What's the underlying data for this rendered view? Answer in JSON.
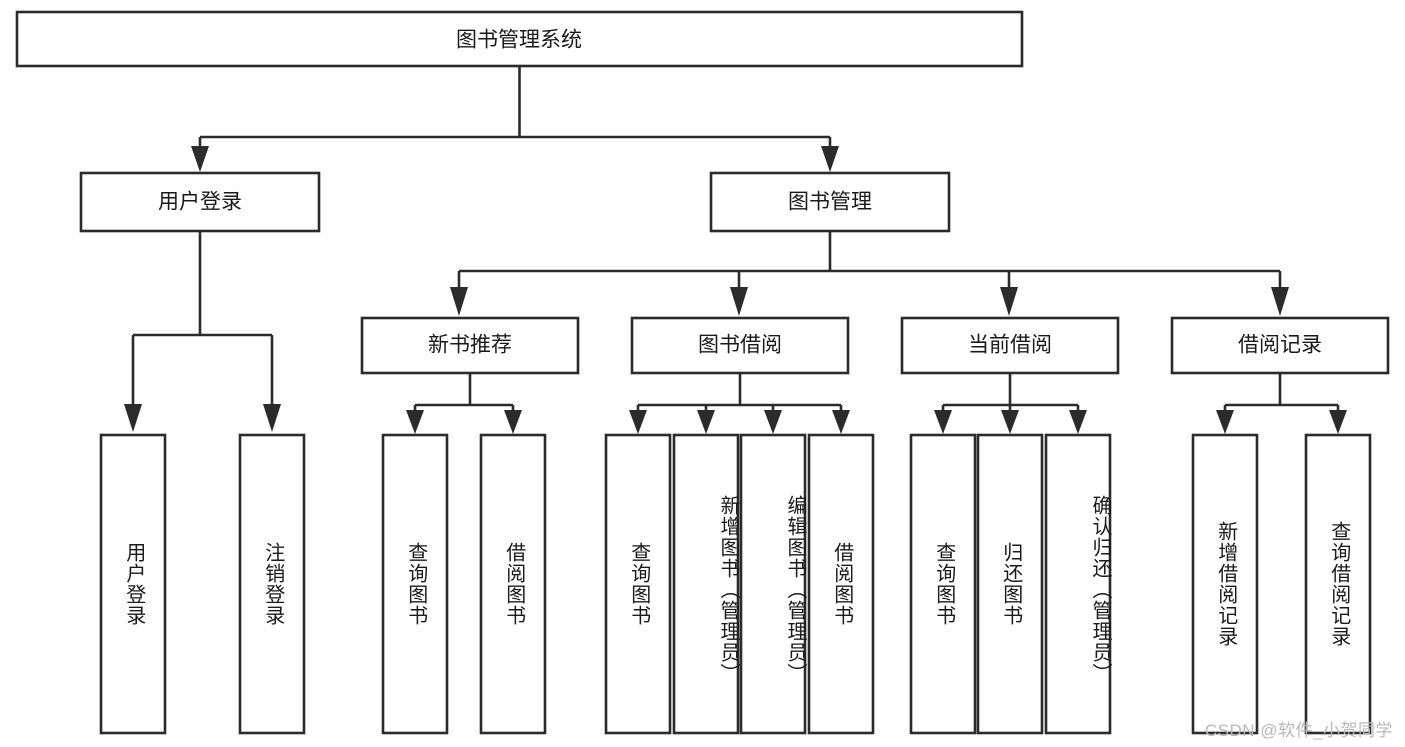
{
  "diagram": {
    "type": "tree-hierarchy",
    "title": "图书管理系统",
    "orientation": "top-down",
    "root": {
      "label": "图书管理系统",
      "level": 0
    },
    "level1": [
      {
        "label": "用户登录",
        "level": 1
      },
      {
        "label": "图书管理",
        "level": 1
      }
    ],
    "level2": [
      {
        "label": "新书推荐",
        "parent": "图书管理",
        "level": 2
      },
      {
        "label": "图书借阅",
        "parent": "图书管理",
        "level": 2
      },
      {
        "label": "当前借阅",
        "parent": "图书管理",
        "level": 2
      },
      {
        "label": "借阅记录",
        "parent": "图书管理",
        "level": 2
      }
    ],
    "leaves": {
      "user_login": [
        {
          "label": "用户登录",
          "parent": "用户登录"
        },
        {
          "label": "注销登录",
          "parent": "用户登录"
        }
      ],
      "new_book_recommend": [
        {
          "label": "查询图书",
          "parent": "新书推荐"
        },
        {
          "label": "借阅图书",
          "parent": "新书推荐"
        }
      ],
      "book_borrow": [
        {
          "label": "查询图书",
          "parent": "图书借阅"
        },
        {
          "label": "新增图书（管理员）",
          "parent": "图书借阅"
        },
        {
          "label": "编辑图书（管理员）",
          "parent": "图书借阅"
        },
        {
          "label": "借阅图书",
          "parent": "图书借阅"
        }
      ],
      "current_borrow": [
        {
          "label": "查询图书",
          "parent": "当前借阅"
        },
        {
          "label": "归还图书",
          "parent": "当前借阅"
        },
        {
          "label": "确认归还（管理员）",
          "parent": "当前借阅"
        }
      ],
      "borrow_record": [
        {
          "label": "新增借阅记录",
          "parent": "借阅记录"
        },
        {
          "label": "查询借阅记录",
          "parent": "借阅记录"
        }
      ]
    },
    "colors": {
      "stroke": "#2b2b2b",
      "fill": "#ffffff",
      "text": "#1a1a1a",
      "background": "#ffffff",
      "watermark": "#b8b8b8"
    }
  },
  "watermark": {
    "text": "CSDN @软件_小贺同学"
  }
}
